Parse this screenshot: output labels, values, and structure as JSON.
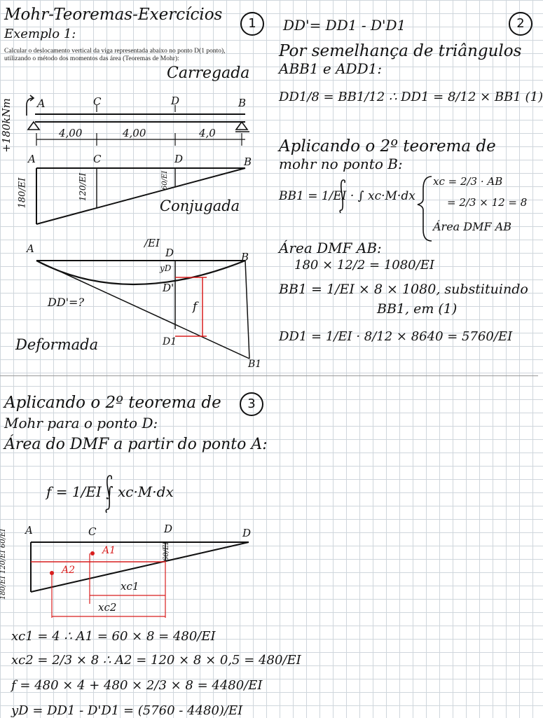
{
  "page1": {
    "title": "Mohr-Teoremas-Exercícios",
    "badge": "1",
    "example": "Exemplo 1:",
    "problem_line1": "Calcular o deslocamento vertical da viga representada abaixo no ponto D(1 ponto),",
    "problem_line2": "utilizando o método dos momentos das área (Teoremas de Mohr):",
    "loaded_label": "Carregada",
    "moment_label": "+180kNm",
    "points": {
      "A": "A",
      "C": "C",
      "D": "D",
      "B": "B",
      "Dp": "D'",
      "D1": "D1",
      "B1": "B1"
    },
    "spans": [
      "4,00",
      "4,00",
      "4,0"
    ],
    "conj_values": [
      "180/EI",
      "120/EI",
      "60/EI"
    ],
    "conj_label": "Conjugada",
    "def_ei": "/EI",
    "yd": "yD",
    "f": "f",
    "dd_question": "DD'=?",
    "def_label": "Deformada"
  },
  "page2": {
    "badge": "2",
    "line1": "DD'= DD1 - D'D1",
    "line2": "Por semelhança de triângulos",
    "line3": "ABB1 e ADD1:",
    "eq1": "DD1/8 = BB1/12  ∴  DD1 = 8/12 × BB1 (1)",
    "line4": "Aplicando o 2º teorema de",
    "line5": "mohr no ponto B:",
    "eq2": "BB1 = 1/EI · ∫ xc·M·dx",
    "xc1": "xc = 2/3 · AB",
    "xc2": "= 2/3 × 12 = 8",
    "area_ref": "Área DMF AB",
    "area_title": "Área DMF AB:",
    "area_calc": "180 × 12/2 = 1080/EI",
    "bb1": "BB1 = 1/EI × 8 × 1080, substituindo",
    "bb1_sub": "BB1, em (1)",
    "dd1": "DD1 = 1/EI · 8/12 × 8640 = 5760/EI"
  },
  "page3": {
    "badge": "3",
    "line1": "Aplicando o 2º teorema de",
    "line2": "Mohr para o ponto D:",
    "line3": "Área do DMF a partir do ponto A:",
    "formula": "f = 1/EI ∫ xc·M·dx",
    "points": {
      "A": "A",
      "C": "C",
      "D": "D",
      "D2": "D"
    },
    "a1": "A1",
    "a2": "A2",
    "left_vals": "180/EI  120/EI  60/EI",
    "d_val": "60/EI",
    "xc1_lbl": "xc1",
    "xc2_lbl": "xc2",
    "res1": "xc1 = 4 ∴ A1 = 60 × 8 = 480/EI",
    "res2": "xc2 = 2/3 × 8 ∴ A2 = 120 × 8 × 0,5 = 480/EI",
    "res3": "f = 480 × 4 + 480 × 2/3 × 8 = 4480/EI",
    "res4": "yD = DD1 - D'D1 = (5760 - 4480)/EI"
  },
  "colors": {
    "ink": "#111111",
    "red": "#d81e1e",
    "grid": "#cfd6dc"
  }
}
